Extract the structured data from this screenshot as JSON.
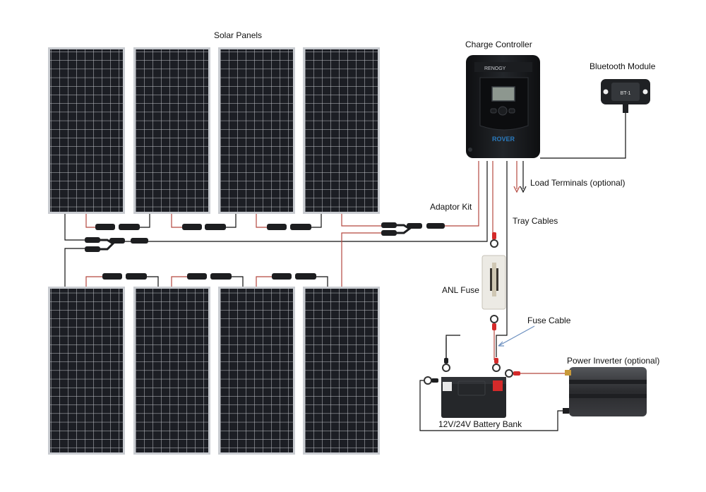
{
  "labels": {
    "solar_panels": "Solar Panels",
    "charge_controller": "Charge Controller",
    "bluetooth_module": "Bluetooth Module",
    "load_terminals": "Load Terminals (optional)",
    "adaptor_kit": "Adaptor Kit",
    "tray_cables": "Tray Cables",
    "anl_fuse": "ANL Fuse",
    "fuse_cable": "Fuse Cable",
    "power_inverter": "Power Inverter (optional)",
    "battery_bank": "12V/24V Battery Bank"
  },
  "device_text": {
    "controller_brand": "RENOGY",
    "controller_model": "ROVER",
    "bt_module_label": "BT-1"
  },
  "colors": {
    "panel_cell": "#1a1c22",
    "panel_frame": "#c9ccd1",
    "wire_black": "#111111",
    "wire_red": "#b5483f",
    "controller_body": "#15171a",
    "accent_blue": "#2a7bbf",
    "terminal_red": "#d42a2a"
  },
  "panel_count": 8
}
